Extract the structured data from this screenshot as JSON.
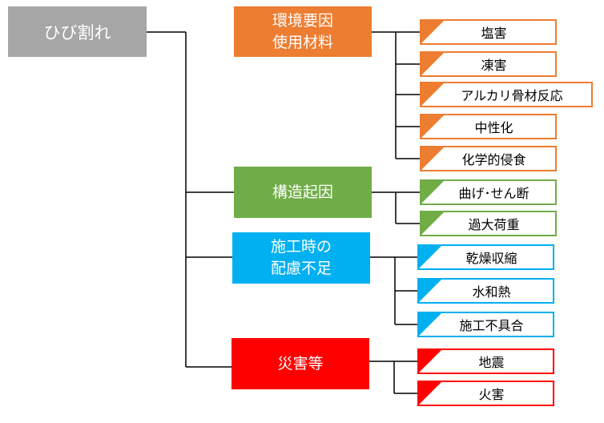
{
  "root": {
    "label": "ひび割れ",
    "color": "#a6a6a6"
  },
  "categories": [
    {
      "label": "環境要因\n使用材料",
      "color": "#ed7d31",
      "items": [
        "塩害",
        "凍害",
        "アルカリ骨材反応",
        "中性化",
        "化学的侵食"
      ]
    },
    {
      "label": "構造起因",
      "color": "#70ad47",
      "items": [
        "曲げ･せん断",
        "過大荷重"
      ]
    },
    {
      "label": "施工時の\n配慮不足",
      "color": "#00b0f0",
      "items": [
        "乾燥収縮",
        "水和熱",
        "施工不具合"
      ]
    },
    {
      "label": "災害等",
      "color": "#ff0000",
      "items": [
        "地震",
        "火害"
      ]
    }
  ]
}
